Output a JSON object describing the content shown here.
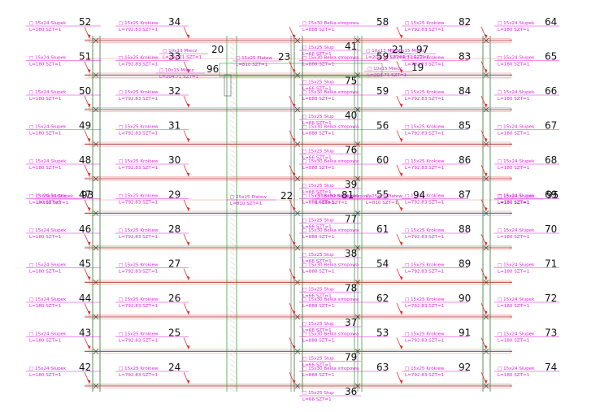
{
  "colors": {
    "label": "#e020e0",
    "number": "#111111",
    "beam": "#c0504d",
    "beam_light": "#e8a090",
    "column": "#3aa63a",
    "column_dark": "#2b7a2b",
    "arrow": "#e03030",
    "hatch": "#c8c8c8"
  },
  "rows": [
    {
      "cells": [
        {
          "n": "52",
          "l1": "□ 15x24  Słupek",
          "l2": "L=180  SZT=1"
        },
        {
          "n": "34",
          "l1": "□ 15x25  Krokiew",
          "l2": "L=792.83  SZT=1"
        },
        {
          "n": "58",
          "l1": "□ 15x30  Belka  stropowa",
          "l2": "L=888  SZT=1"
        },
        {
          "n": "82",
          "l1": "□ 15x25  Krokiew",
          "l2": "L=792.83  SZT=1"
        },
        {
          "n": "64",
          "l1": "□ 15x24  Słupek",
          "l2": "L=180  SZT=1"
        }
      ]
    },
    {
      "cells": [
        {
          "n": "51",
          "l1": "□ 15x24  Słupek",
          "l2": "L=180  SZT=1"
        },
        {
          "n": "33",
          "l1": "□ 15x25  Krokiew",
          "l2": "L=792.83  SZT=1"
        },
        {
          "n": "59",
          "l1": "□ 15x30  Belka  stropowa",
          "l2": "L=888  SZT=1"
        },
        {
          "n": "83",
          "l1": "□ 15x25  Krokiew",
          "l2": "L=792.83  SZT=1"
        },
        {
          "n": "65",
          "l1": "□ 15x24  Słupek",
          "l2": "L=180  SZT=1"
        }
      ]
    },
    {
      "cells": [
        {
          "n": "50",
          "l1": "□ 15x24  Słupek",
          "l2": "L=180  SZT=1"
        },
        {
          "n": "32",
          "l1": "□ 15x25  Krokiew",
          "l2": "L=792.83  SZT=1"
        },
        {
          "n": "59",
          "l1": "□ 15x30  Belka  stropowa",
          "l2": "L=888  SZT=1"
        },
        {
          "n": "84",
          "l1": "□ 15x25  Krokiew",
          "l2": "L=792.83  SZT=1"
        },
        {
          "n": "66",
          "l1": "□ 15x24  Słupek",
          "l2": "L=180  SZT=1"
        }
      ]
    },
    {
      "cells": [
        {
          "n": "49",
          "l1": "□ 15x24  Słupek",
          "l2": "L=180  SZT=1"
        },
        {
          "n": "31",
          "l1": "□ 15x25  Krokiew",
          "l2": "L=792.83  SZT=1"
        },
        {
          "n": "56",
          "l1": "□ 15x30  Belka  stropowa",
          "l2": "L=888  SZT=1"
        },
        {
          "n": "85",
          "l1": "□ 15x25  Krokiew",
          "l2": "L=792.83  SZT=1"
        },
        {
          "n": "67",
          "l1": "□ 15x24  Słupek",
          "l2": "L=180  SZT=1"
        }
      ]
    },
    {
      "cells": [
        {
          "n": "48",
          "l1": "□ 15x24  Słupek",
          "l2": "L=180  SZT=1"
        },
        {
          "n": "30",
          "l1": "□ 15x25  Krokiew",
          "l2": "L=792.83  SZT=1"
        },
        {
          "n": "60",
          "l1": "□ 15x30  Belka  stropowa",
          "l2": "L=888  SZT=1"
        },
        {
          "n": "86",
          "l1": "□ 15x25  Krokiew",
          "l2": "L=792.83  SZT=1"
        },
        {
          "n": "68",
          "l1": "□ 15x24  Słupek",
          "l2": "L=180  SZT=1"
        }
      ]
    },
    {
      "cells": [
        {
          "n": "47",
          "l1": "□ 15x24  Słupek",
          "l2": "L=180  SZT=1"
        },
        {
          "n": "29",
          "l1": "□ 15x25  Krokiew",
          "l2": "L=792.83  SZT=1"
        },
        {
          "n": "55",
          "l1": "□ 15x30  Belka  stropowa",
          "l2": "L=888  SZT=1"
        },
        {
          "n": "87",
          "l1": "□ 15x25  Krokiew",
          "l2": "L=792.83  SZT=1"
        },
        {
          "n": "69",
          "l1": "□ 15x24  Słupek",
          "l2": "L=180  SZT=1"
        }
      ]
    },
    {
      "cells": [
        {
          "n": "46",
          "l1": "□ 15x24  Słupek",
          "l2": "L=180  SZT=1"
        },
        {
          "n": "28",
          "l1": "□ 15x25  Krokiew",
          "l2": "L=792.83  SZT=1"
        },
        {
          "n": "61",
          "l1": "□ 15x30  Belka  stropowa",
          "l2": "L=888  SZT=1"
        },
        {
          "n": "88",
          "l1": "□ 15x25  Krokiew",
          "l2": "L=792.83  SZT=1"
        },
        {
          "n": "70",
          "l1": "□ 15x24  Słupek",
          "l2": "L=180  SZT=1"
        }
      ]
    },
    {
      "cells": [
        {
          "n": "45",
          "l1": "□ 15x24  Słupek",
          "l2": "L=180  SZT=1"
        },
        {
          "n": "27",
          "l1": "□ 15x25  Krokiew",
          "l2": "L=792.83  SZT=1"
        },
        {
          "n": "54",
          "l1": "□ 15x30  Belka  stropowa",
          "l2": "L=888  SZT=1"
        },
        {
          "n": "89",
          "l1": "□ 15x25  Krokiew",
          "l2": "L=792.83  SZT=1"
        },
        {
          "n": "71",
          "l1": "□ 15x24  Słupek",
          "l2": "L=180  SZT=1"
        }
      ]
    },
    {
      "cells": [
        {
          "n": "44",
          "l1": "□ 15x24  Słupek",
          "l2": "L=180  SZT=1"
        },
        {
          "n": "26",
          "l1": "□ 15x25  Krokiew",
          "l2": "L=792.83  SZT=1"
        },
        {
          "n": "62",
          "l1": "□ 15x30  Belka  stropowa",
          "l2": "L=888  SZT=1"
        },
        {
          "n": "90",
          "l1": "□ 15x25  Krokiew",
          "l2": "L=792.83  SZT=1"
        },
        {
          "n": "72",
          "l1": "□ 15x24  Słupek",
          "l2": "L=180  SZT=1"
        }
      ]
    },
    {
      "cells": [
        {
          "n": "43",
          "l1": "□ 15x24  Słupek",
          "l2": "L=180  SZT=1"
        },
        {
          "n": "25",
          "l1": "□ 15x25  Krokiew",
          "l2": "L=792.83  SZT=1"
        },
        {
          "n": "53",
          "l1": "□ 15x30  Belka  stropowa",
          "l2": "L=888  SZT=1"
        },
        {
          "n": "91",
          "l1": "□ 15x25  Krokiew",
          "l2": "L=792.83  SZT=1"
        },
        {
          "n": "73",
          "l1": "□ 15x24  Słupek",
          "l2": "L=180  SZT=1"
        }
      ]
    },
    {
      "cells": [
        {
          "n": "42",
          "l1": "□ 15x24  Słupek",
          "l2": "L=180  SZT=1"
        },
        {
          "n": "24",
          "l1": "□ 15x25  Krokiew",
          "l2": "L=792.83  SZT=1"
        },
        {
          "n": "63",
          "l1": "□ 15x30  Belka  stropowa",
          "l2": "L=888  SZT=1"
        },
        {
          "n": "92",
          "l1": "□ 15x25  Krokiew",
          "l2": "L=792.83  SZT=1"
        },
        {
          "n": "74",
          "l1": "□ 15x24  Słupek",
          "l2": "L=180  SZT=1"
        }
      ]
    }
  ],
  "slup_labels": [
    {
      "n": "41",
      "l1": "□ 15x25  Słup",
      "l2": "L=66  SZT=1"
    },
    {
      "n": "40",
      "l1": "□ 15x25  Słup",
      "l2": "L=66  SZT=1"
    },
    {
      "n": "39",
      "l1": "□ 15x25  Słup",
      "l2": "L=66  SZT=1"
    },
    {
      "n": "38",
      "l1": "□ 15x25  Słup",
      "l2": "L=66  SZT=1"
    },
    {
      "n": "37",
      "l1": "□ 15x25  Słup",
      "l2": "L=66  SZT=1"
    },
    {
      "n": "36",
      "l1": "□ 15x25  Słup",
      "l2": "L=66  SZT=1"
    },
    {
      "n": "75",
      "l1": "□ 15x25  Słup",
      "l2": "L=66  SZT=1"
    },
    {
      "n": "76",
      "l1": "□ 15x25  Słup",
      "l2": "L=66  SZT=1"
    },
    {
      "n": "77",
      "l1": "□ 15x25  Słup",
      "l2": "L=66  SZT=1"
    },
    {
      "n": "78",
      "l1": "□ 15x25  Słup",
      "l2": "L=66  SZT=1"
    },
    {
      "n": "79",
      "l1": "□ 15x25  Słup",
      "l2": "L=66  SZT=1"
    }
  ],
  "extra_labels": [
    {
      "n": "20",
      "l1": "□ 10x13  Miecz",
      "l2": "L=204.71  SZT=1"
    },
    {
      "n": "96",
      "l1": "□ 10x15  Miecz",
      "l2": "L=204.71  SZT=1"
    },
    {
      "n": "23",
      "l1": "□ 15x25  Płatew",
      "l2": "L=810  SZT=1"
    },
    {
      "n": "21",
      "l1": "□ 10x13  Miecz",
      "l2": "L=204.71  SZT=1"
    },
    {
      "n": "19",
      "l1": "□ 10x15  Miecz",
      "l2": "L=204.71  SZT=1"
    },
    {
      "n": "97",
      "l1": "□ 10x15  Miecz",
      "l2": "L=204.71  SZT=1"
    },
    {
      "n": "22",
      "l1": "□ 25x25  Płatew",
      "l2": "L=810  SZT=1"
    },
    {
      "n": "93",
      "l1": "□ 15x24  Słupek",
      "l2": "L=180  SZT=1"
    },
    {
      "n": "81",
      "l1": "□ 15x30  Belka  stropowa",
      "l2": "L=888  SZT=1"
    },
    {
      "n": "94",
      "l1": "□ 25x25  Płatew",
      "l2": "L=810  SZT=1"
    },
    {
      "n": "95",
      "l1": "□ 15x24  Słupek",
      "l2": "L=180  SZT=1"
    }
  ]
}
